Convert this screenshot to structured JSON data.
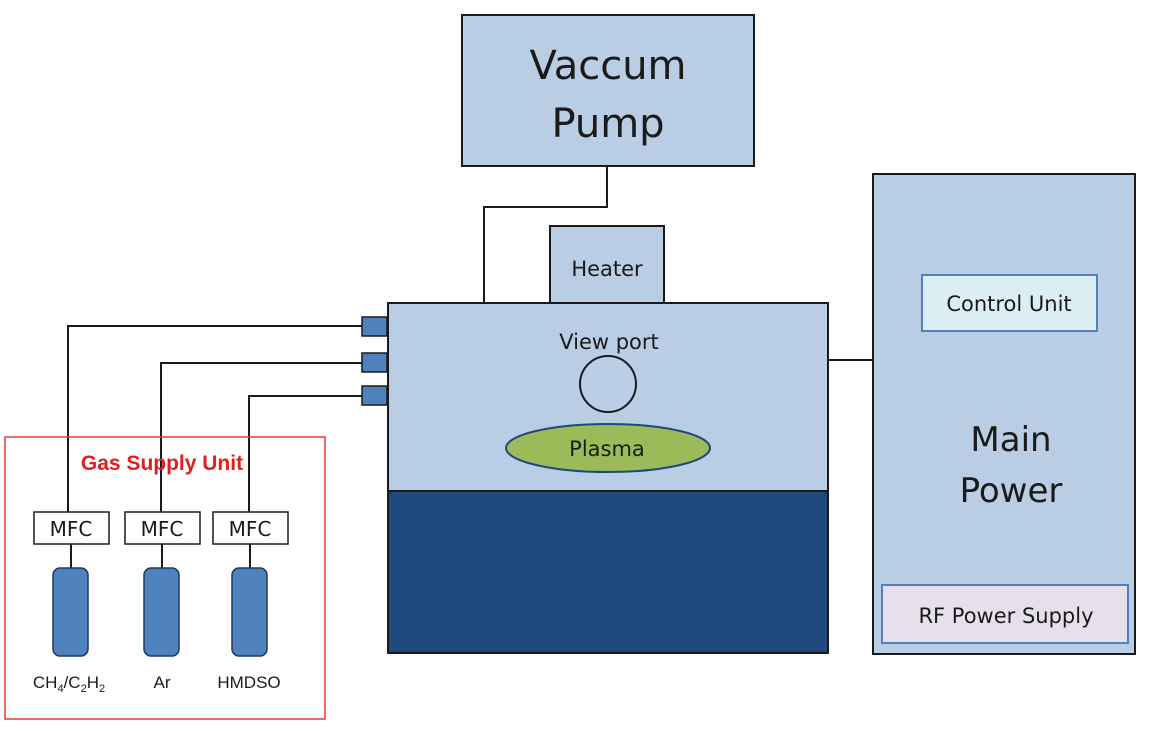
{
  "diagram": {
    "vacuum_pump": {
      "line1": "Vaccum",
      "line2": "Pump"
    },
    "heater": "Heater",
    "view_port": "View port",
    "plasma": "Plasma",
    "main_power": {
      "line1": "Main",
      "line2": "Power"
    },
    "control_unit": "Control Unit",
    "rf_power_supply": "RF Power Supply",
    "gas_supply_unit": "Gas Supply Unit",
    "mfc_labels": [
      "MFC",
      "MFC",
      "MFC"
    ],
    "gases": {
      "ch4": {
        "c": "CH",
        "s1": "4",
        "slash": "/C",
        "s2": "2",
        "h": "H",
        "s3": "2"
      },
      "ar": "Ar",
      "hmdso": "HMDSO"
    }
  },
  "colors": {
    "box_fill": "#b9cde5",
    "dark_base": "#1f497d",
    "port_fill": "#4f81bd",
    "cylinder_fill": "#4f81bd",
    "plasma_fill": "#9bbb59",
    "control_unit_fill": "#dbeef4",
    "rf_supply_fill": "#e6e0ec",
    "gas_unit_border": "#e53935",
    "gas_unit_text": "#e02020",
    "stroke": "#1a1a1a"
  }
}
